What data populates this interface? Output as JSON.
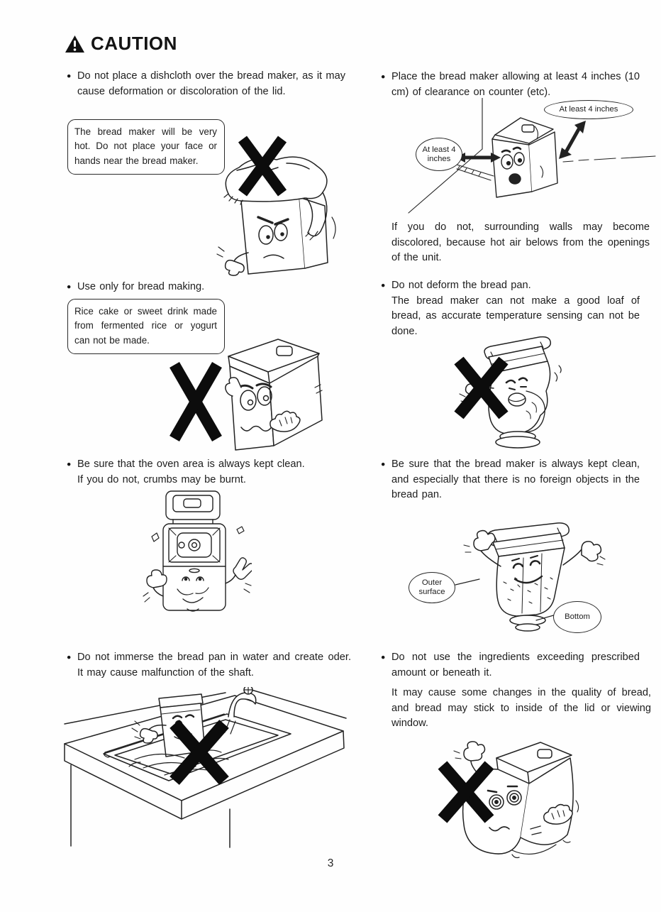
{
  "page": {
    "title": "CAUTION",
    "page_number": "3"
  },
  "left_column": {
    "s1": {
      "bullet": "Do not place a dishcloth over the bread maker, as it may cause deformation or discoloration of the lid.",
      "note": "The bread maker will be very hot. Do not place your face or hands near the bread maker.",
      "illustration": "bread-maker-covered-with-dishcloth-crossed-out"
    },
    "s2": {
      "bullet": "Use only for bread making.",
      "note": "Rice cake or sweet drink made from fermented rice or yogurt can not be made.",
      "illustration": "scared-bread-maker-crossed-out"
    },
    "s3": {
      "bullet": "Be sure that the oven area is always kept clean.",
      "body": "If you do not, crumbs may be burnt.",
      "illustration": "bread-maker-with-open-lid-showing-oven-area"
    },
    "s4": {
      "bullet": "Do not immerse the bread pan in water and create oder. It may cause malfunction of the shaft.",
      "illustration": "bread-pan-in-sink-crossed-out"
    }
  },
  "right_column": {
    "s1": {
      "bullet": "Place the bread maker allowing at least 4 inches (10 cm) of clearance on counter (etc).",
      "label_left": "At least 4 inches",
      "label_right": "At least 4 inches",
      "paragraph": "If you do not, surrounding walls may become discolored, because hot air belows from the openings of the unit.",
      "illustration": "bread-maker-clearance-from-walls"
    },
    "s2": {
      "bullet": "Do not deform the bread pan.",
      "body": "The bread maker can not make a good loaf of bread, as accurate temperature sensing can not be done.",
      "illustration": "deformed-bread-pan-crossed-out"
    },
    "s3": {
      "bullet": "Be sure that the bread maker is always kept clean, and especially that there is no foreign objects in the bread pan.",
      "label_outer": "Outer surface",
      "label_bottom": "Bottom",
      "illustration": "bread-pan-outer-surface-and-bottom-labels"
    },
    "s4": {
      "bullet": "Do not use the ingredients exceeding prescribed amount or beneath it.",
      "paragraph": "It may cause some changes in the quality of bread, and bread may stick to inside of the lid or viewing window.",
      "illustration": "dizzy-bread-maker-crossed-out"
    }
  }
}
